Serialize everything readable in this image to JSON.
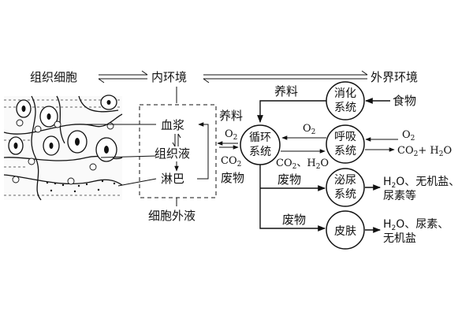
{
  "top": {
    "left": "组织细胞",
    "middle": "内环境",
    "right": "外界环境"
  },
  "ecf": {
    "plasma": "血浆",
    "interstitial": "组织液",
    "lymph": "淋巴",
    "caption": "细胞外液"
  },
  "systems": {
    "circulatory": [
      "循环",
      "系统"
    ],
    "digestive": [
      "消化",
      "系统"
    ],
    "respiratory": [
      "呼吸",
      "系统"
    ],
    "urinary": [
      "泌尿",
      "系统"
    ],
    "skin": "皮肤"
  },
  "labels": {
    "nutrients_top": "养料",
    "nutrients_left": "养料",
    "o2_left": "O",
    "o2_left_sub": "2",
    "co2_left": "CO",
    "co2_left_sub": "2",
    "waste_left": "废物",
    "o2_mid": "O",
    "o2_mid_sub": "2",
    "co2h2o_mid": "CO",
    "co2h2o_mid_sub1": "2",
    "co2h2o_mid_mid": "、H",
    "co2h2o_mid_sub2": "2",
    "co2h2o_mid_end": "O",
    "food": "食物",
    "o2_right": "O",
    "o2_right_sub": "2",
    "co2_out_a": "CO",
    "co2_out_sub1": "2",
    "co2_out_b": "+ H",
    "co2_out_sub2": "2",
    "co2_out_c": "O",
    "waste_urinary": "废物",
    "waste_skin": "废物",
    "urine_line1_a": "H",
    "urine_line1_sub": "2",
    "urine_line1_b": "O、无机盐、",
    "urine_line2": "尿素等",
    "sweat_line1_a": "H",
    "sweat_line1_sub": "2",
    "sweat_line1_b": "O、尿素、",
    "sweat_line2": "无机盐"
  }
}
